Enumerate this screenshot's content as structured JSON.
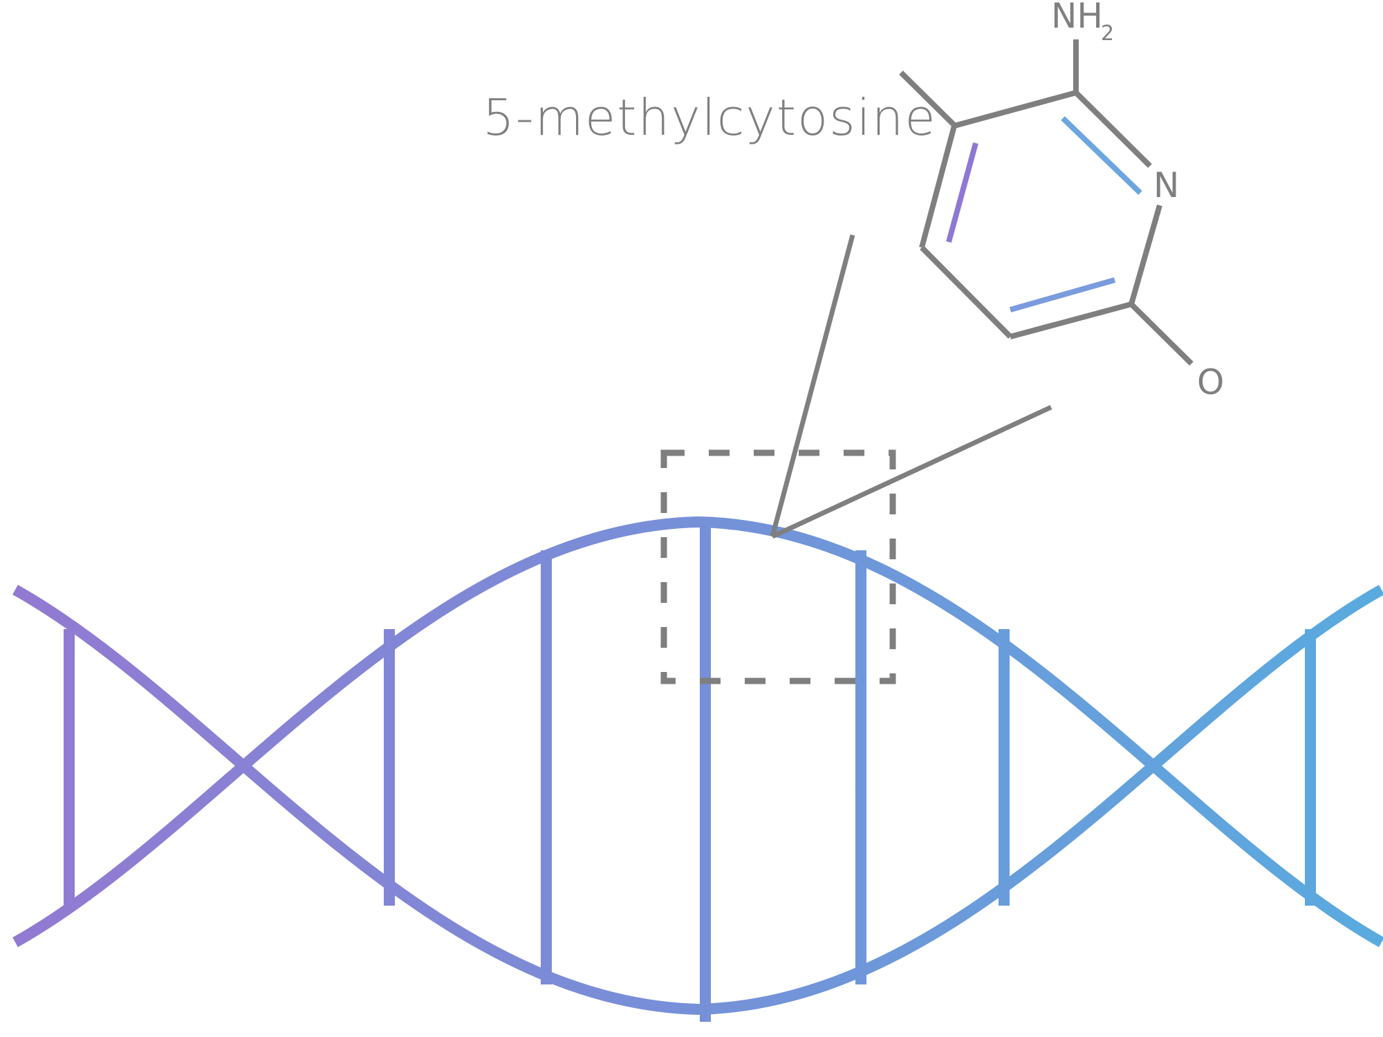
{
  "label": "5-methylcytosine",
  "atoms": {
    "amine": "NH",
    "amine_subscript": "2",
    "ring_nitrogen": "N",
    "oxygen": "O"
  },
  "colors": {
    "helix_start": "#9379d2",
    "helix_mid": "#7690d8",
    "helix_end": "#59abdf",
    "structure": "#7f7f7f",
    "double_bond_purple": "#8f78d4",
    "double_bond_blue": "#6da6df"
  }
}
